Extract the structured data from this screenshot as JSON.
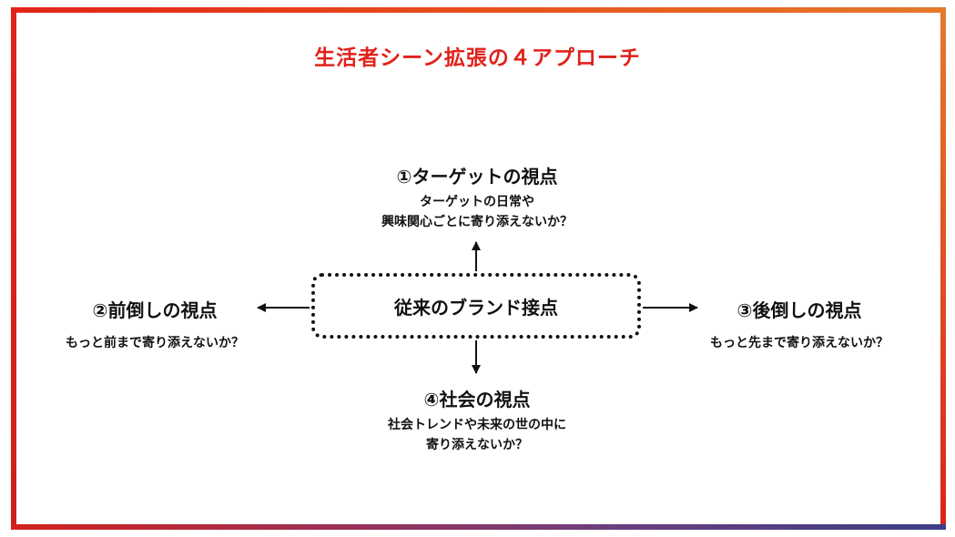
{
  "title": "生活者シーン拡張の４アプローチ",
  "center": {
    "label": "従来のブランド接点"
  },
  "nodes": {
    "target": {
      "heading": "①ターゲットの視点",
      "line1": "ターゲットの日常や",
      "line2": "興味関心ごとに寄り添えないか？"
    },
    "front": {
      "heading": "②前倒しの視点",
      "line1": "もっと前まで寄り添えないか？"
    },
    "back": {
      "heading": "③後倒しの視点",
      "line1": "もっと先まで寄り添えないか？"
    },
    "society": {
      "heading": "④社会の視点",
      "line1": "社会トレンドや未来の世の中に",
      "line2": "寄り添えないか？"
    }
  },
  "colors": {
    "title": "#e0221b",
    "text": "#111111",
    "frame_start": "#e2231a",
    "frame_end": "#3c3f85"
  }
}
